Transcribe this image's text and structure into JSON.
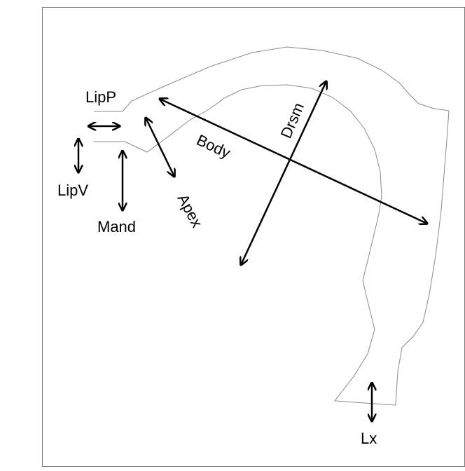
{
  "colors": {
    "frame": "#7a7a7a",
    "outline": "#8a8a8a",
    "arrow": "#000000",
    "text": "#000000"
  },
  "labels": {
    "lip_protrusion": "LipP",
    "lip_vertical": "LipV",
    "mandible": "Mand",
    "apex": "Apex",
    "body": "Body",
    "dorsum": "Drsm",
    "larynx": "Lx"
  }
}
